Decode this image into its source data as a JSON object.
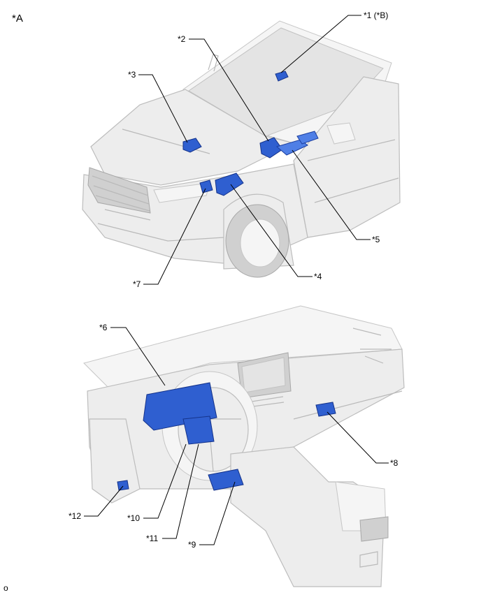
{
  "view_labels": {
    "top": "*A"
  },
  "callouts": {
    "c1": "*1 (*B)",
    "c2": "*2",
    "c3": "*3",
    "c4": "*4",
    "c5": "*5",
    "c6": "*6",
    "c7": "*7",
    "c8": "*8",
    "c9": "*9",
    "c10": "*10",
    "c11": "*11",
    "c12": "*12"
  },
  "footer_mark": "o",
  "colors": {
    "part_highlight": "#2f5fd0",
    "vehicle_body": "#ededed",
    "leader_line": "#000000"
  }
}
